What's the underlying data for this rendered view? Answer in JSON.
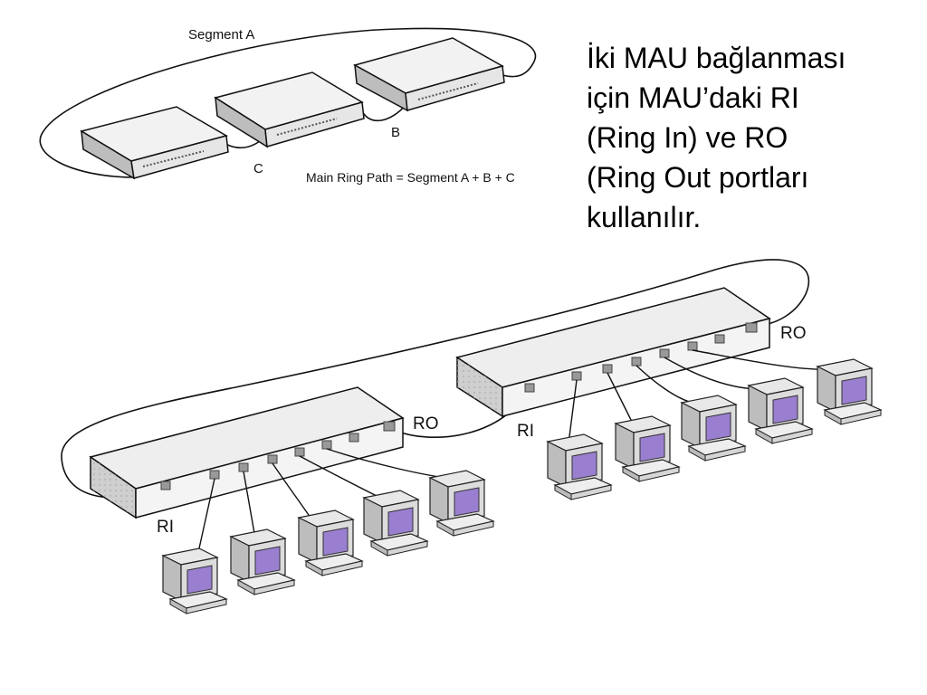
{
  "top_diagram": {
    "segment_a": "Segment A",
    "segment_b": "B",
    "segment_c": "C",
    "formula": "Main Ring Path = Segment A + B + C"
  },
  "caption": {
    "lines": [
      "İki MAU bağlanması",
      "için MAU’daki RI",
      "(Ring In) ve RO",
      "(Ring Out portları",
      "kullanılır."
    ]
  },
  "bottom_diagram": {
    "left_mau": {
      "ri_label": "RI",
      "ro_label": "RO"
    },
    "right_mau": {
      "ri_label": "RI",
      "ro_label": "RO"
    }
  },
  "colors": {
    "screen": "#9a7fd0",
    "device_face": "#f2f2f2",
    "device_side": "#c8c8c8",
    "line": "#111111"
  }
}
